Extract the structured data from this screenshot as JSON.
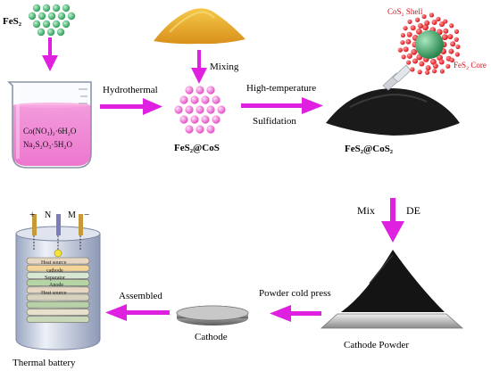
{
  "labels": {
    "fes2_top": "FeS₂",
    "beaker_line1": "Co(NO₃)₂·6H₂O",
    "beaker_line2": "Na₂S₂O₃·5H₂O",
    "mixing": "Mixing",
    "hydrothermal": "Hydrothermal",
    "fes2_cos": "FeS₂@CoS",
    "high_temperature": "High-temperature",
    "sulfidation": "Sulfidation",
    "fes2_cos2": "FeS₂@CoS₂",
    "cos2_shell": "CoS₂ Shell",
    "fes2_core": "FeS₂ Core",
    "mix": "Mix",
    "de": "DE",
    "cathode_powder": "Cathode Powder",
    "powder_cold_press": "Powder cold press",
    "cathode": "Cathode",
    "assembled": "Assembled",
    "thermal_battery": "Thermal battery",
    "terminal_plus": "+",
    "terminal_n": "N",
    "terminal_m": "M",
    "terminal_minus": "−",
    "layer_heat_source_top": "Heat source",
    "layer_cathode": "cathode",
    "layer_separator": "Separator",
    "layer_anode": "Anode",
    "layer_heat_source_bottom": "Heat source"
  },
  "colors": {
    "arrow": "#e020e0",
    "green_particle": "#3cb371",
    "pink_liquid": "#f55fc4",
    "pink_particle": "#f36bd6",
    "yellow_powder": "#e8a81c",
    "shell_red": "#e8202a",
    "core_green": "#2f9e5c",
    "black_powder": "#1a1a1a",
    "shell_label": "#d4141c"
  }
}
